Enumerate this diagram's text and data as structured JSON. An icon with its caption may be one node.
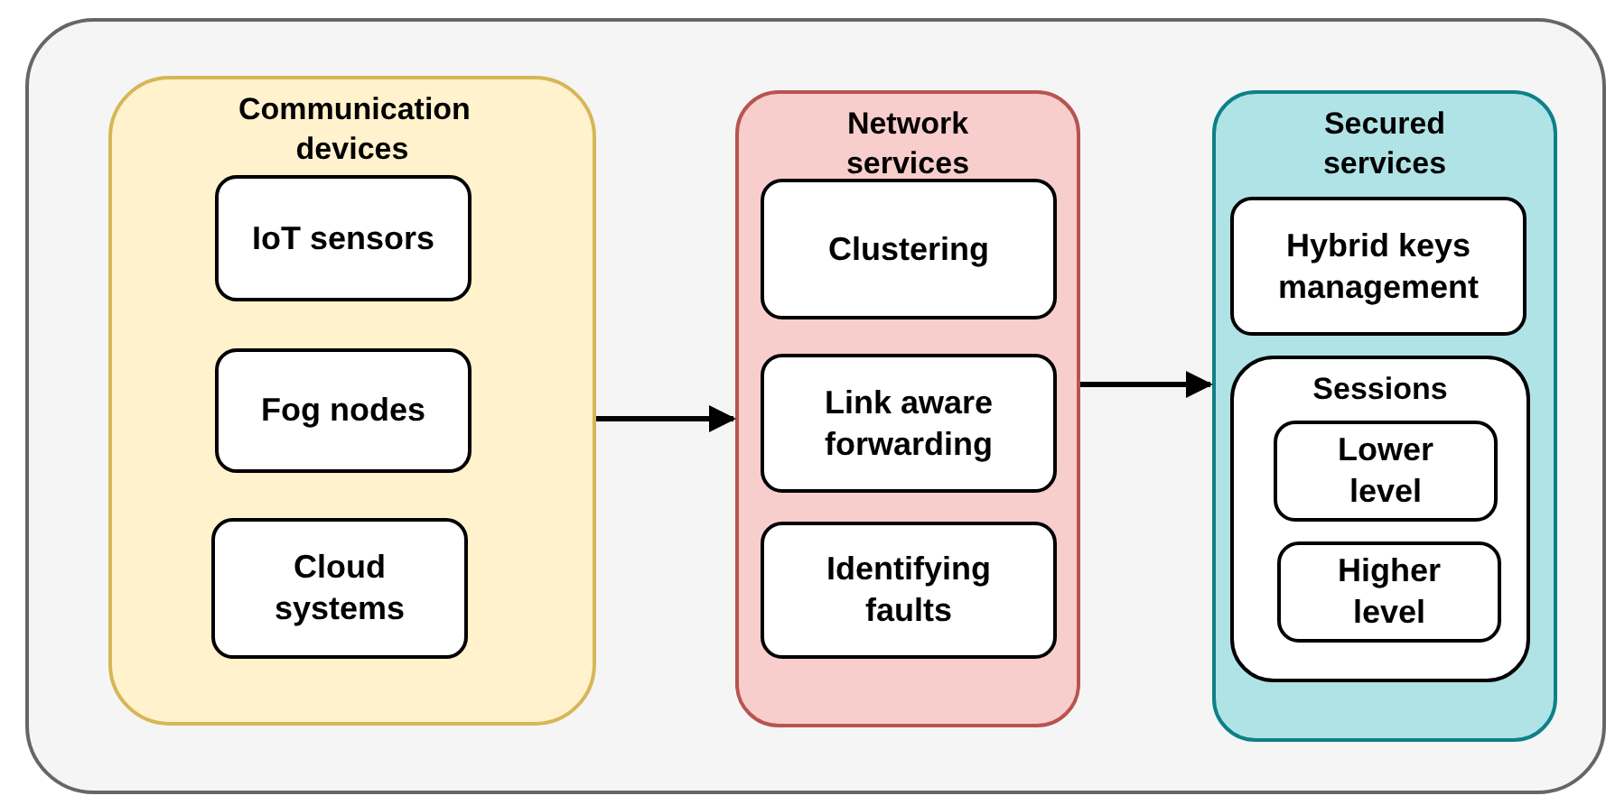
{
  "diagram": {
    "nodes": [
      {
        "text": [],
        "shape": "box"
      },
      {
        "text": [
          "Communication devices"
        ],
        "in": 0
      },
      {
        "text": [
          "IoT sensors"
        ],
        "in": 1
      },
      {
        "text": [
          "Fog nodes"
        ],
        "in": 1
      },
      {
        "text": [
          "Cloud systems"
        ],
        "in": 1
      },
      {
        "text": [
          "Network services"
        ],
        "in": 0
      },
      {
        "text": [
          "Clustering"
        ],
        "in": 5
      },
      {
        "text": [
          "Link aware forwarding"
        ],
        "in": 5
      },
      {
        "text": [
          "Identifying faults"
        ],
        "in": 5
      },
      {
        "text": [
          "Secured services"
        ],
        "in": 0
      },
      {
        "text": [
          "Hybrid keys management"
        ],
        "in": 9
      },
      {
        "text": [
          "Sessions"
        ],
        "in": 9
      },
      {
        "text": [
          "Lower level"
        ],
        "in": 11
      },
      {
        "text": [
          "Higher level"
        ],
        "in": 11
      }
    ],
    "edges": [
      {
        "from": 1,
        "to": 5,
        "arrow": "to"
      },
      {
        "from": 5,
        "to": 9,
        "arrow": "to"
      }
    ]
  }
}
